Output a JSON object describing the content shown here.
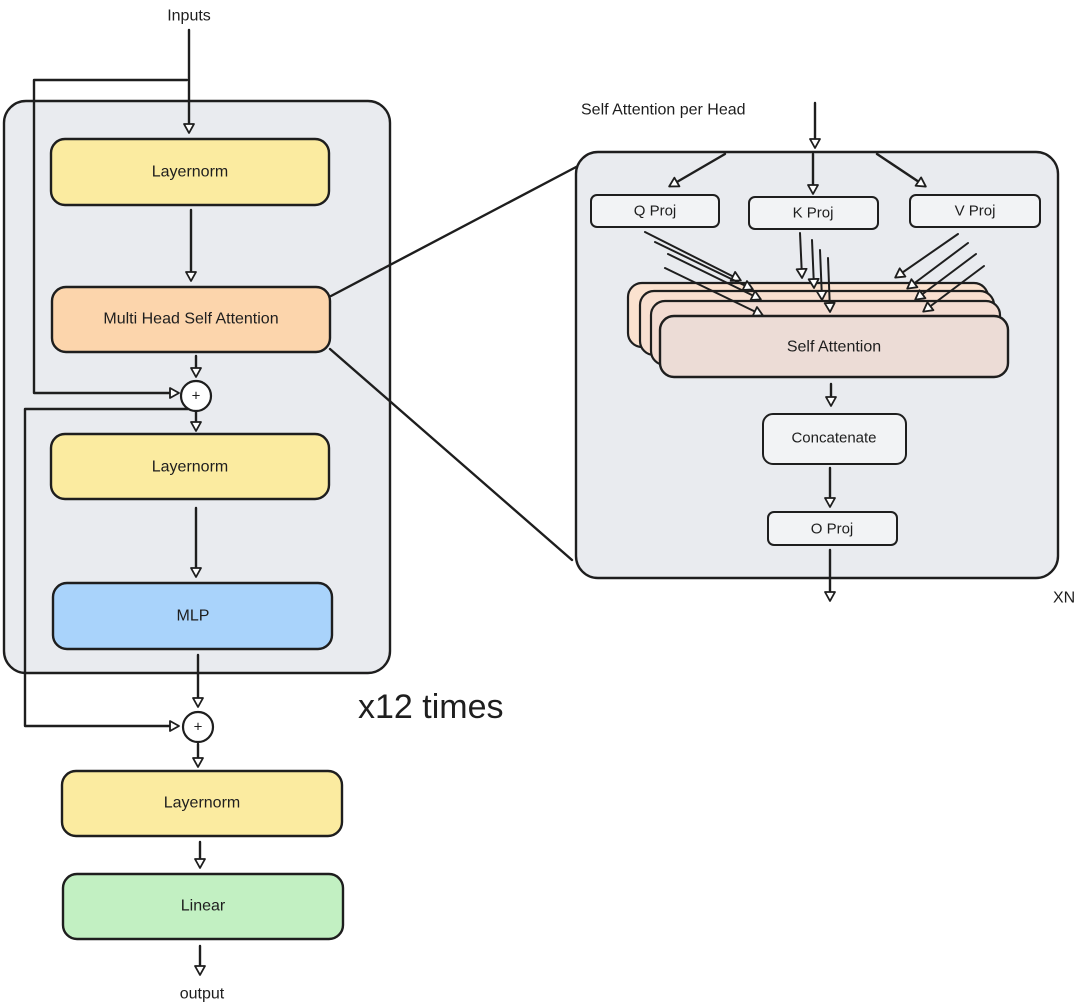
{
  "labels": {
    "inputs": "Inputs",
    "output": "output",
    "repeat": "x12 times",
    "head_title": "Self Attention per Head",
    "xn": "XN"
  },
  "blocks": {
    "layernorm_1": "Layernorm",
    "mhsa": "Multi Head Self Attention",
    "layernorm_2": "Layernorm",
    "mlp": "MLP",
    "layernorm_final": "Layernorm",
    "linear": "Linear"
  },
  "head": {
    "q_proj": "Q Proj",
    "k_proj": "K Proj",
    "v_proj": "V Proj",
    "self_attention": "Self Attention",
    "concatenate": "Concatenate",
    "o_proj": "O Proj"
  },
  "residual_symbol": "+",
  "colors": {
    "block_container": "#e9ebef",
    "layernorm": "#fbeba0",
    "mhsa": "#fcd5ac",
    "mlp": "#a9d3fb",
    "linear": "#c2f0c2",
    "attention": "#ecdcd6",
    "attention_back": "#fbe2cf",
    "small_box": "#f2f3f5",
    "stroke": "#1e1e1e"
  }
}
